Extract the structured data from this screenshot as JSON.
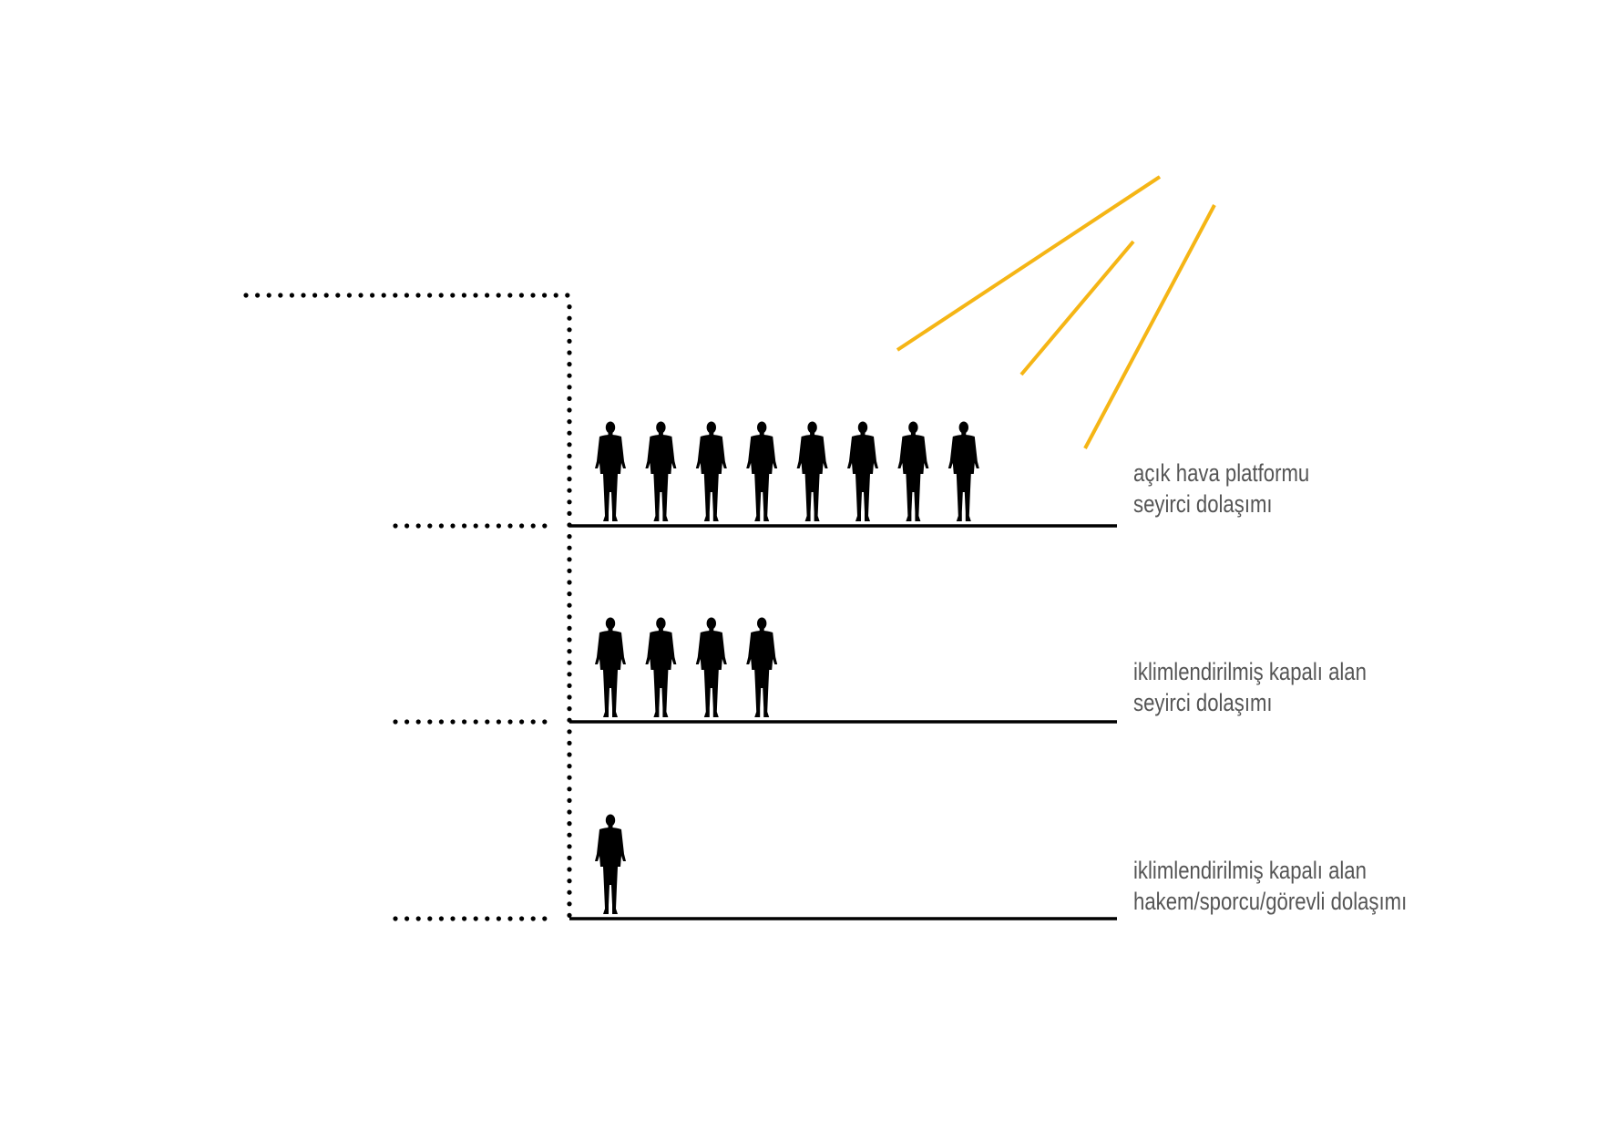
{
  "colors": {
    "sun": "#f5b515",
    "line": "#000000",
    "text": "#555555"
  },
  "levels": [
    {
      "line1": "açık hava platformu",
      "line2": "seyirci dolaşımı",
      "people_count": 8
    },
    {
      "line1": "iklimlendirilmiş kapalı alan",
      "line2": "seyirci dolaşımı",
      "people_count": 4
    },
    {
      "line1": "iklimlendirilmiş kapalı alan",
      "line2": "hakem/sporcu/görevli dolaşımı",
      "people_count": 1
    }
  ]
}
